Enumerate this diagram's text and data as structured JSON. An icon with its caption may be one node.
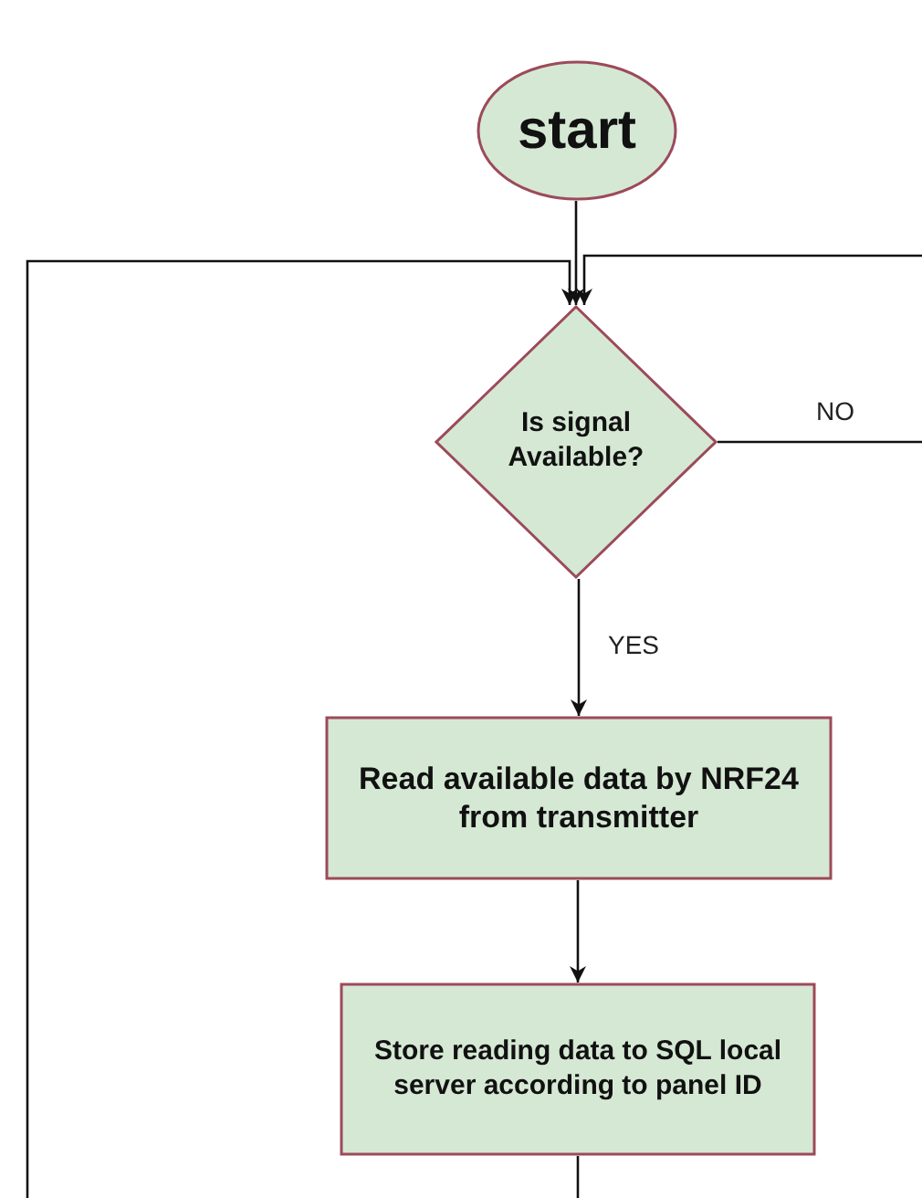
{
  "diagram": {
    "nodes": [
      {
        "text": [
          "start"
        ]
      },
      {
        "text": [
          "Is signal Available?"
        ]
      },
      {
        "text": [
          "Read available data by NRF24 from transmitter"
        ]
      },
      {
        "text": [
          "Store reading data to SQL local server according to panel ID"
        ]
      }
    ],
    "edges": [
      {
        "from": 0,
        "to": 1,
        "arrow": "to"
      },
      {
        "from": 1,
        "to": 2,
        "arrow": "to",
        "label": "YES"
      },
      {
        "from": 2,
        "to": 3,
        "arrow": "to"
      },
      {
        "from": 1,
        "to": null,
        "arrow": "none",
        "label": "NO"
      },
      {
        "from": null,
        "to": 1,
        "arrow": "to"
      },
      {
        "from": null,
        "to": 1,
        "arrow": "to"
      },
      {
        "from": 3,
        "to": null,
        "arrow": "none"
      }
    ]
  }
}
